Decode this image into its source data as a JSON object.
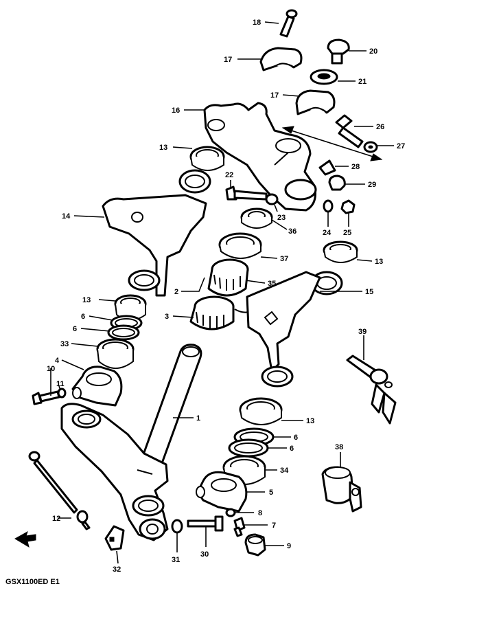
{
  "diagram_code": "GSX1100ED E1",
  "callouts": [
    {
      "id": "c18",
      "label": "18"
    },
    {
      "id": "c17a",
      "label": "17"
    },
    {
      "id": "c20",
      "label": "20"
    },
    {
      "id": "c21",
      "label": "21"
    },
    {
      "id": "c17b",
      "label": "17"
    },
    {
      "id": "c16",
      "label": "16"
    },
    {
      "id": "c26",
      "label": "26"
    },
    {
      "id": "c13a",
      "label": "13"
    },
    {
      "id": "c27",
      "label": "27"
    },
    {
      "id": "c28",
      "label": "28"
    },
    {
      "id": "c22",
      "label": "22"
    },
    {
      "id": "c29",
      "label": "29"
    },
    {
      "id": "c14",
      "label": "14"
    },
    {
      "id": "c23",
      "label": "23"
    },
    {
      "id": "c24",
      "label": "24"
    },
    {
      "id": "c25",
      "label": "25"
    },
    {
      "id": "c36",
      "label": "36"
    },
    {
      "id": "c13b",
      "label": "13"
    },
    {
      "id": "c37",
      "label": "37"
    },
    {
      "id": "c35",
      "label": "35"
    },
    {
      "id": "c2",
      "label": "2"
    },
    {
      "id": "c15",
      "label": "15"
    },
    {
      "id": "c13c",
      "label": "13"
    },
    {
      "id": "c3",
      "label": "3"
    },
    {
      "id": "c6a",
      "label": "6"
    },
    {
      "id": "c6b",
      "label": "6"
    },
    {
      "id": "c33",
      "label": "33"
    },
    {
      "id": "c39",
      "label": "39"
    },
    {
      "id": "c4",
      "label": "4"
    },
    {
      "id": "c10",
      "label": "10"
    },
    {
      "id": "c11",
      "label": "11"
    },
    {
      "id": "c1",
      "label": "1"
    },
    {
      "id": "c13d",
      "label": "13"
    },
    {
      "id": "c6c",
      "label": "6"
    },
    {
      "id": "c6d",
      "label": "6"
    },
    {
      "id": "c38",
      "label": "38"
    },
    {
      "id": "c34",
      "label": "34"
    },
    {
      "id": "c5",
      "label": "5"
    },
    {
      "id": "c12",
      "label": "12"
    },
    {
      "id": "c8",
      "label": "8"
    },
    {
      "id": "c7",
      "label": "7"
    },
    {
      "id": "c9",
      "label": "9"
    },
    {
      "id": "c31",
      "label": "31"
    },
    {
      "id": "c30",
      "label": "30"
    },
    {
      "id": "c32",
      "label": "32"
    }
  ]
}
